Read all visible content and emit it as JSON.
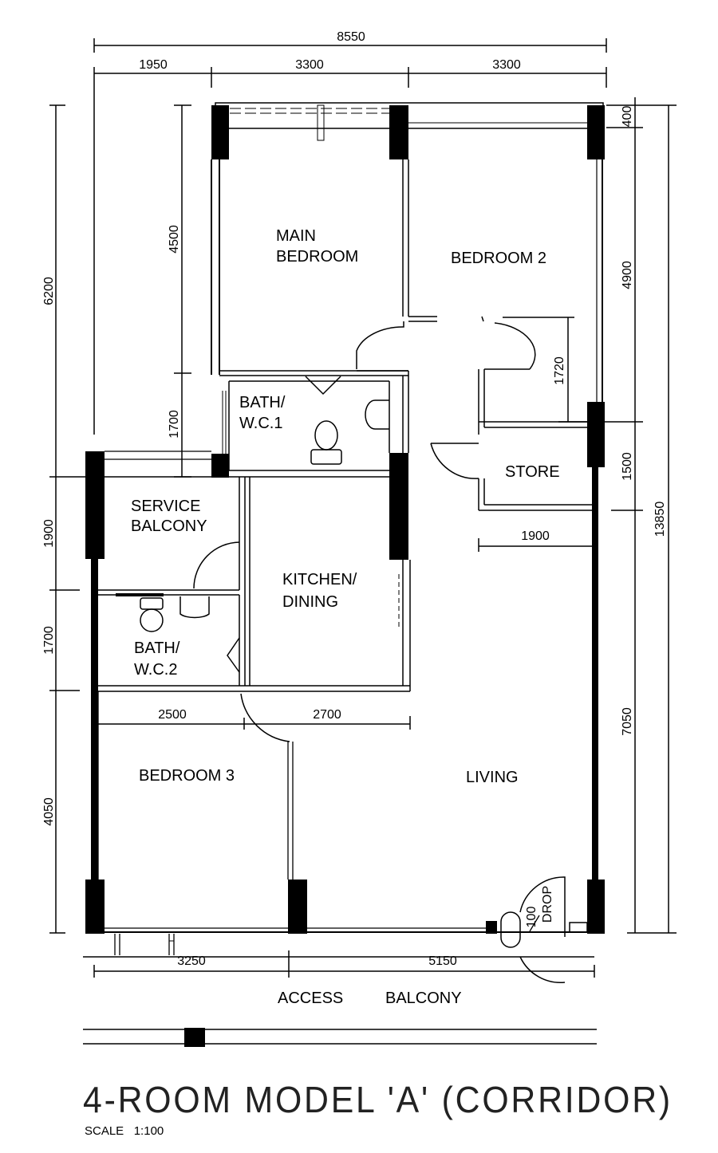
{
  "title": "4-ROOM MODEL 'A' (CORRIDOR)",
  "scale": {
    "label": "SCALE",
    "value": "1:100"
  },
  "rooms": {
    "main_bedroom": [
      "MAIN",
      "BEDROOM"
    ],
    "bedroom_2": "BEDROOM  2",
    "bath_wc1": [
      "BATH/",
      "W.C.1"
    ],
    "store": "STORE",
    "service_balcony": [
      "SERVICE",
      "BALCONY"
    ],
    "kitchen_dining": [
      "KITCHEN/",
      "DINING"
    ],
    "bath_wc2": [
      "BATH/",
      "W.C.2"
    ],
    "bedroom_3": "BEDROOM  3",
    "living": "LIVING"
  },
  "outside": {
    "access": "ACCESS",
    "balcony": "BALCONY",
    "drop_value": "100",
    "drop_label": "DROP"
  },
  "dimensions": {
    "overall_width": "8550",
    "top_left": "1950",
    "top_mid": "3300",
    "top_right": "3300",
    "left_6200": "6200",
    "left_4500": "4500",
    "left_1700_upper": "1700",
    "left_1900": "1900",
    "left_1700_lower": "1700",
    "left_4050": "4050",
    "right_400": "400",
    "right_4900": "4900",
    "right_1500": "1500",
    "right_7050": "7050",
    "right_13850": "13850",
    "inner_1720": "1720",
    "inner_1900": "1900",
    "inner_2500": "2500",
    "inner_2700": "2700",
    "bottom_3250": "3250",
    "bottom_5150": "5150"
  }
}
